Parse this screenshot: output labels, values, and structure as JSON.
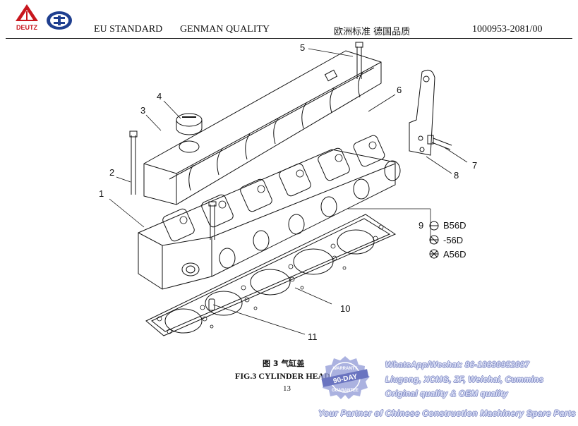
{
  "header": {
    "standard": "EU STANDARD",
    "quality": "GENMAN QUALITY",
    "chinese": "欧洲标准  德国品质",
    "part_number": "1000953-2081/00",
    "brand": "DEUTZ"
  },
  "callouts": {
    "c1": "1",
    "c2": "2",
    "c3": "3",
    "c4": "4",
    "c5": "5",
    "c6": "6",
    "c7": "7",
    "c8": "8",
    "c9": "9",
    "c10": "10",
    "c11": "11"
  },
  "gasket_options": [
    "B56D",
    "-56D",
    "A56D"
  ],
  "caption": {
    "chinese": "图 3  气缸盖",
    "english": "FIG.3 CYLINDER HEAD",
    "page": "13"
  },
  "watermark": {
    "contact": "WhatsApp/Wechat: 86-18630952087",
    "brands": "Liugong, XCMG, ZF, Weichai, Cummins",
    "quality": "Original quality & OEM quality",
    "tagline": "Your Partner of Chinese Construction Machinery Spare Parts",
    "seal_text": "90-DAY",
    "seal_top": "WARRANTY",
    "seal_bottom": "GUARANTEE"
  }
}
